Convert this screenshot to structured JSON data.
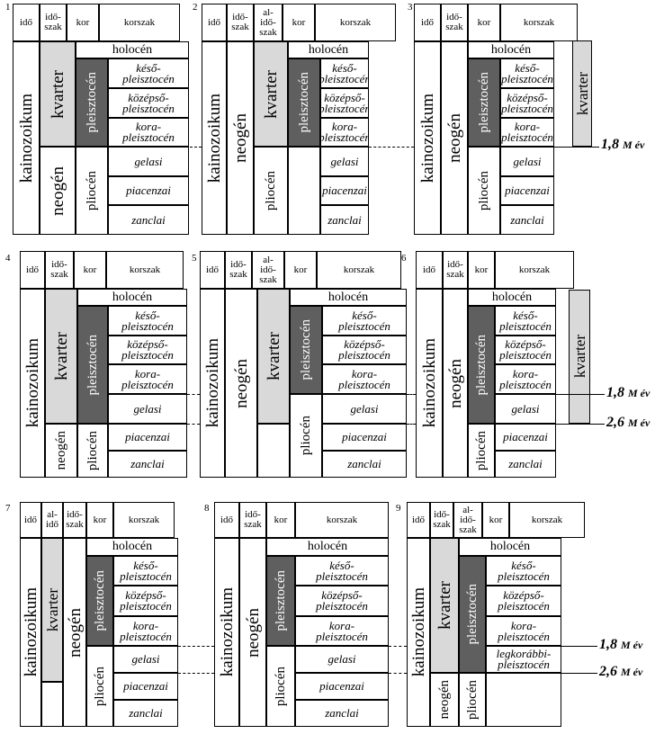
{
  "headers": {
    "ido": "idő",
    "idoszak": [
      "idő-",
      "szak"
    ],
    "alidoszak": [
      "al-",
      "idő-",
      "szak"
    ],
    "alido": [
      "al-",
      "idő"
    ],
    "kor": "kor",
    "korszak": "korszak"
  },
  "units": {
    "kainozoikum": "kainozoikum",
    "kvarter": "kvarter",
    "neogen": "neogén",
    "pleisztocen": "pleisztocén",
    "pliocen": "pliocén",
    "holocen": "holocén"
  },
  "ages": {
    "keso": [
      "késő-",
      "pleisztocén"
    ],
    "kozepso": [
      "középső-",
      "pleisztocén"
    ],
    "kora": [
      "kora-",
      "pleisztocén"
    ],
    "legkorabbi": [
      "legkorábbi-",
      "pleisztocén"
    ],
    "gelasi": "gelasi",
    "piacenzai": "piacenzai",
    "zanclai": "zanclai"
  },
  "markers": {
    "m18": "1,8",
    "m26": "2,6",
    "unit": "M év"
  },
  "panels": [
    "1",
    "2",
    "3",
    "4",
    "5",
    "6",
    "7",
    "8",
    "9"
  ]
}
